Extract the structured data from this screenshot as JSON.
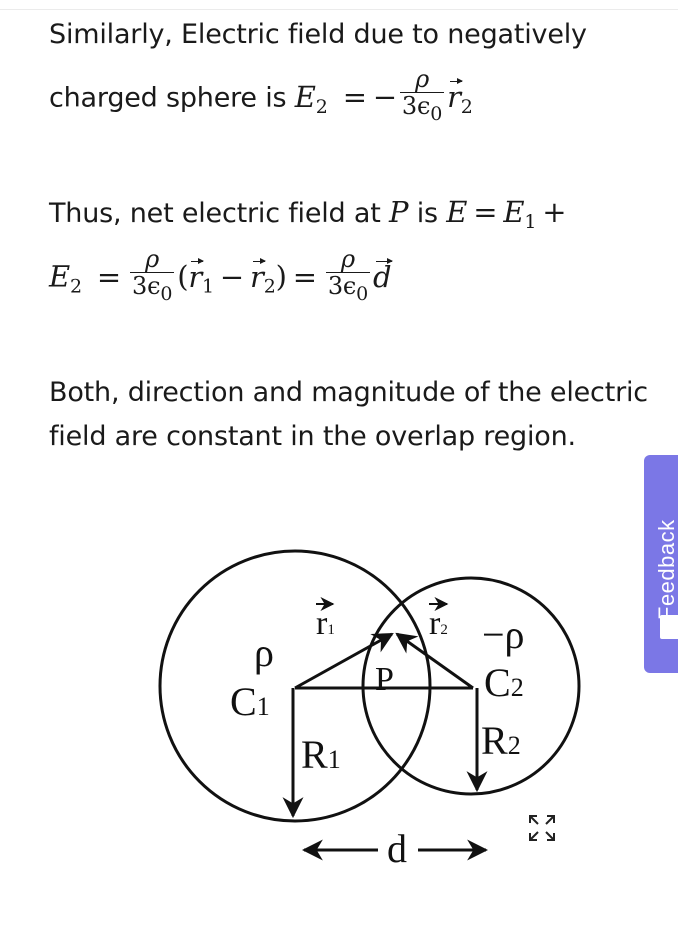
{
  "para1": {
    "line1": "Similarly, Electric field due to negatively",
    "line2": "charged sphere is",
    "lhs": "E",
    "lhs_sub": "2",
    "eq": "=",
    "neg": "−",
    "num": "ρ",
    "den": "3ϵ",
    "den_sub": "0",
    "vec": "r",
    "vec_sub": "2"
  },
  "para2": {
    "line1_text": "Thus, net electric field at",
    "point": "P",
    "is": "is",
    "E": "E",
    "eq": "=",
    "E1": "E",
    "E1_sub": "1",
    "plus": "+",
    "E2": "E",
    "E2_sub": "2",
    "eq2": "=",
    "num1": "ρ",
    "den1": "3ϵ",
    "den1_sub": "0",
    "paren_open": "(",
    "r1": "r",
    "r1_sub": "1",
    "minus": "−",
    "r2": "r",
    "r2_sub": "2",
    "paren_close": ")",
    "eq3": "=",
    "num2": "ρ",
    "den2": "3ϵ",
    "den2_sub": "0",
    "d": "d"
  },
  "para3": {
    "line1": "Both, direction and magnitude of the electric",
    "line2": "field are constant in the overlap region."
  },
  "figure": {
    "r1": "r",
    "r1_sub": "1",
    "r2": "r",
    "r2_sub": "2",
    "rho": "ρ",
    "neg_rho": "−ρ",
    "p": "P",
    "c1": "C",
    "c1_sub": "1",
    "c2": "C",
    "c2_sub": "2",
    "R1": "R",
    "R1_sub": "1",
    "R2": "R",
    "R2_sub": "2",
    "d": "d"
  },
  "feedback": {
    "label": "Feedback"
  },
  "icons": {
    "expand": "expand-icon",
    "feedback": "feedback-icon"
  },
  "colors": {
    "feedback_tab": "#7b77e6",
    "text": "#1a1a1a"
  }
}
